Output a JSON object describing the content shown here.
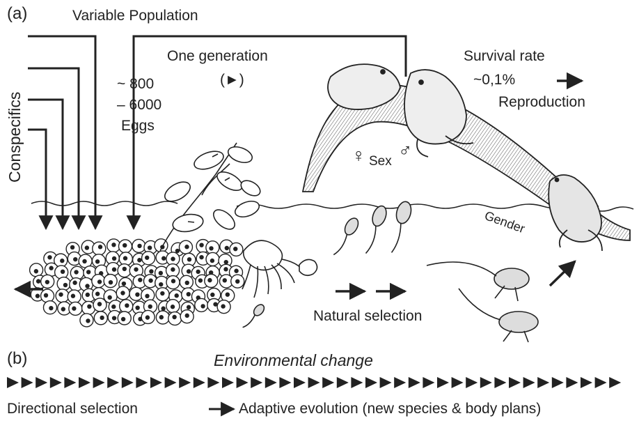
{
  "panel_a": {
    "label": "(a)",
    "variable_population": "Variable Population",
    "conspecifics": "Conspecifics",
    "one_generation": "One generation",
    "one_generation_symbol": "(►)",
    "eggs_line1": "~ 800",
    "eggs_line2": "– 6000",
    "eggs_line3": "Eggs",
    "survival_rate": "Survival rate",
    "survival_value": "~0,1%",
    "reproduction": "Reproduction",
    "female_symbol": "♀",
    "sex": "Sex",
    "male_symbol": "♂",
    "gender": "Gender",
    "natural_selection": "Natural selection"
  },
  "panel_b": {
    "label": "(b)",
    "environmental_change": "Environmental change",
    "directional_selection": "Directional selection",
    "adaptive_evolution": "Adaptive evolution (new species & body plans)"
  },
  "colors": {
    "ink": "#222222",
    "background": "#ffffff"
  }
}
